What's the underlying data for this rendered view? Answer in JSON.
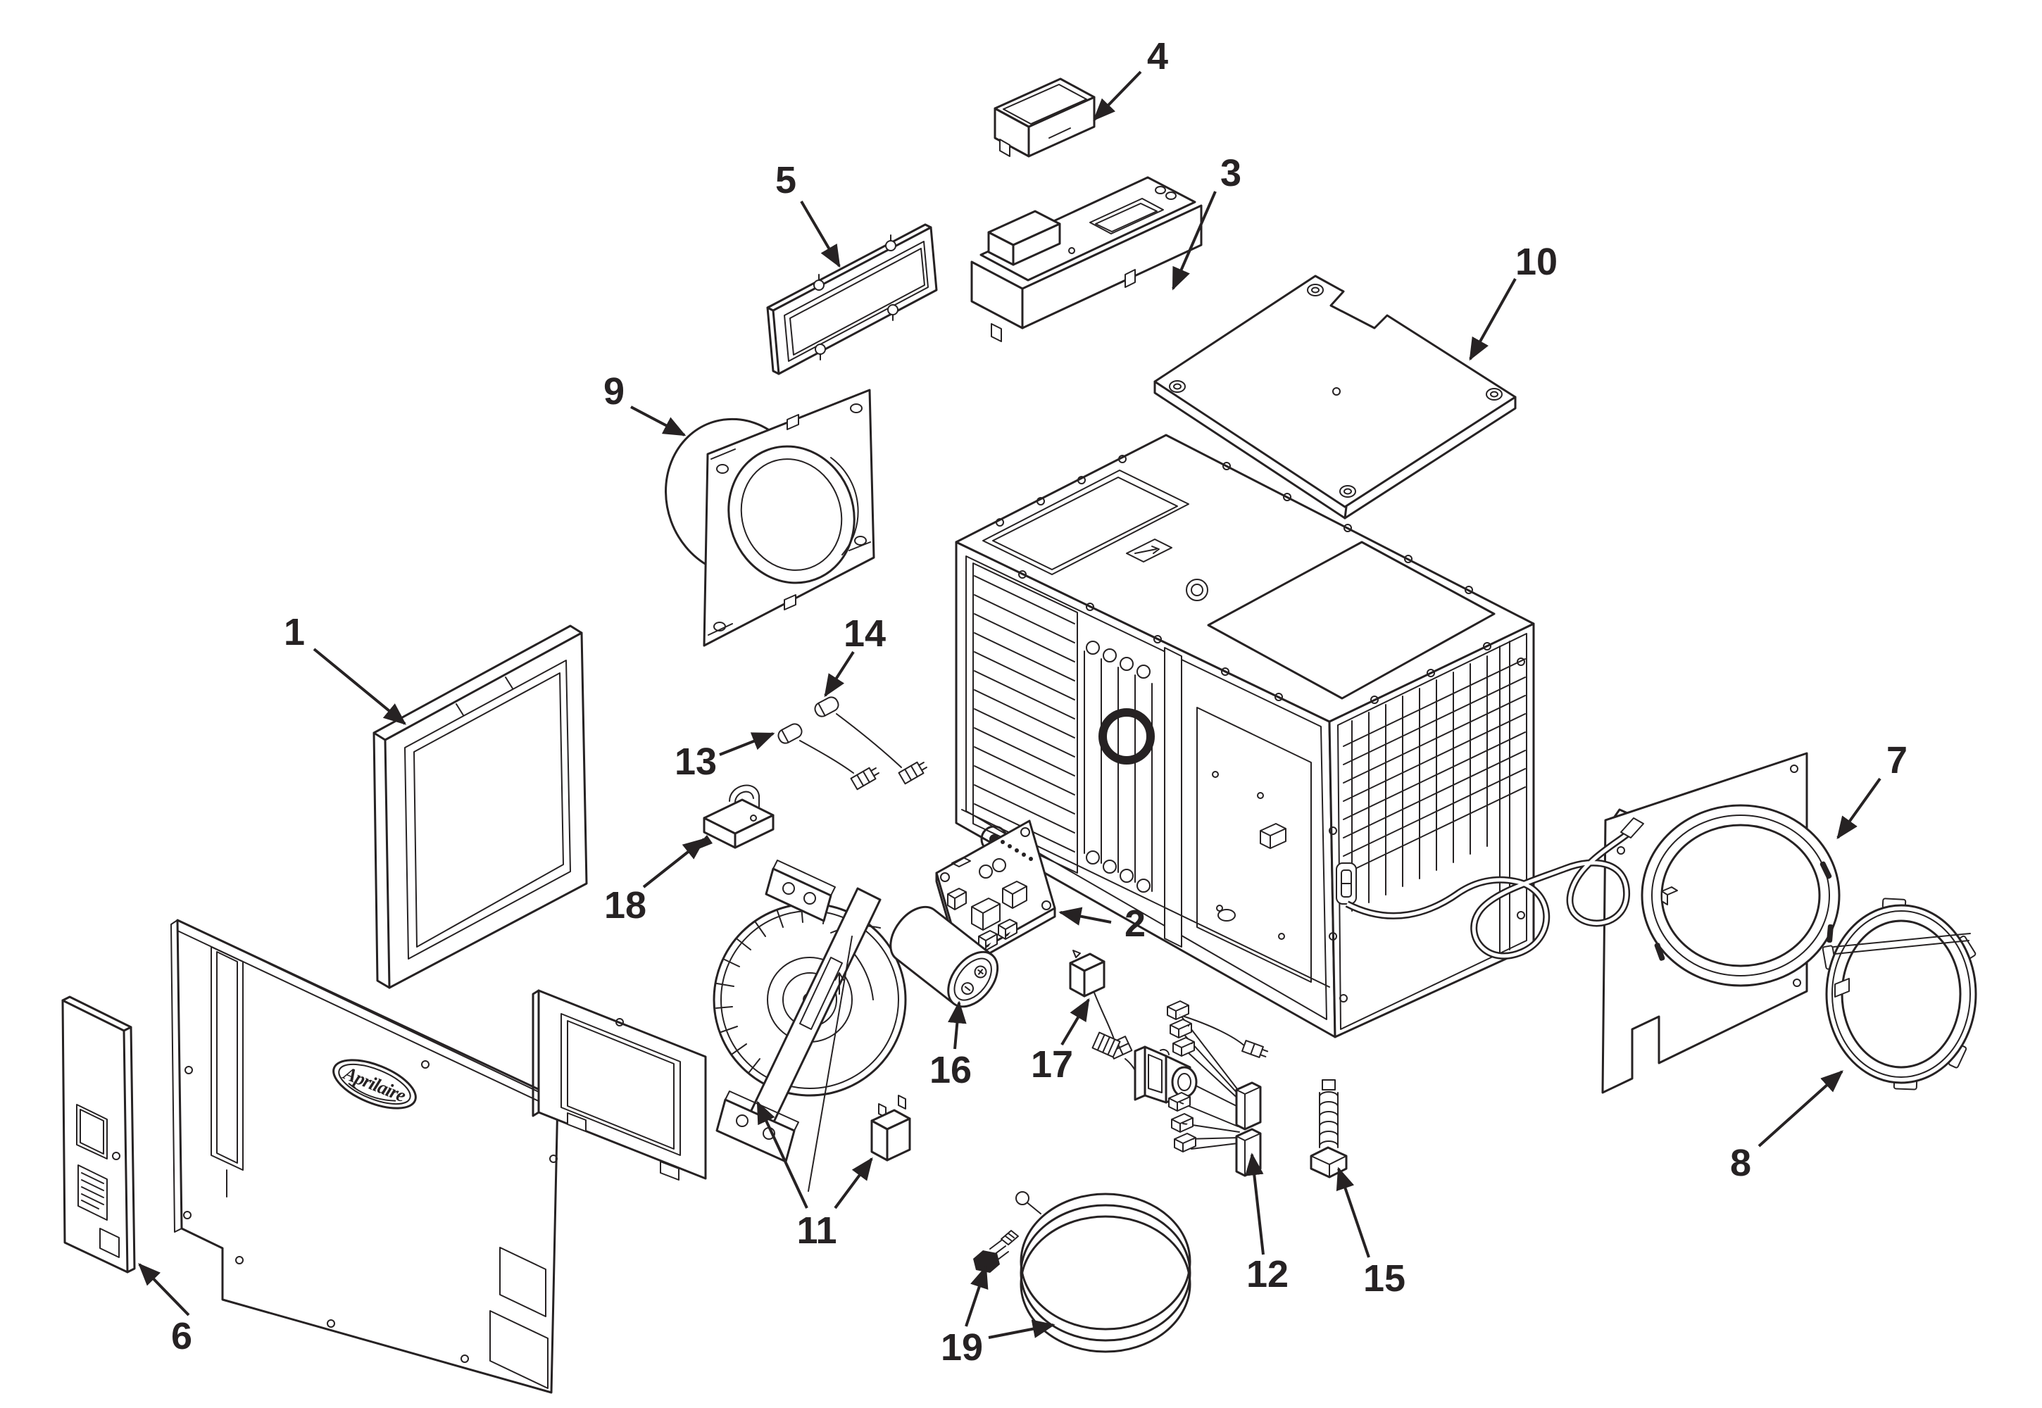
{
  "diagram": {
    "brand_logo": "Aprilaire",
    "callouts": [
      "1",
      "2",
      "3",
      "4",
      "5",
      "6",
      "7",
      "8",
      "9",
      "10",
      "11",
      "12",
      "13",
      "14",
      "15",
      "16",
      "17",
      "18",
      "19"
    ]
  }
}
